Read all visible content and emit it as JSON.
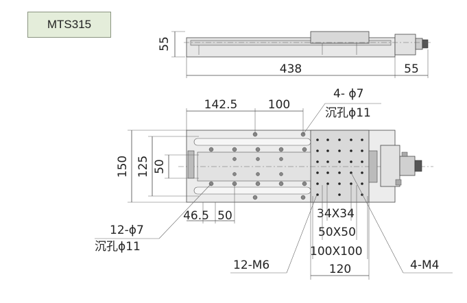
{
  "model": "MTS315",
  "side_view": {
    "height": "55",
    "length": "438",
    "knob": "55"
  },
  "top_view": {
    "dim_142_5": "142.5",
    "dim_100": "100",
    "holes_4": {
      "line1": "4- ϕ7",
      "line2": "沉孔ϕ11"
    },
    "width_150": "150",
    "width_125": "125",
    "width_50": "50",
    "dim_46_5": "46.5",
    "dim_50b": "50",
    "holes_12": {
      "line1": "12-ϕ7",
      "line2": "沉孔ϕ11"
    },
    "grid_34": "34X34",
    "grid_50": "50X50",
    "grid_100": "100X100",
    "table_120": "120",
    "tapped_m6": "12-M6",
    "tapped_m4": "4-M4"
  }
}
